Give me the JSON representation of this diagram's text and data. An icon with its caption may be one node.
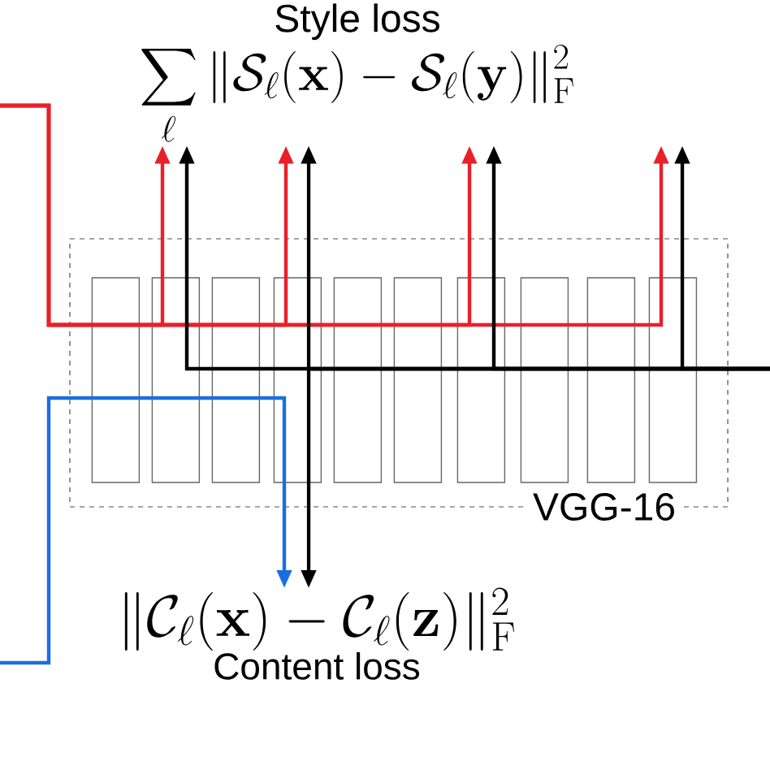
{
  "diagram": {
    "nodes": [
      {
        "text": [
          "Style loss",
          "\\sum_{\\ell} \\|\\mathcal{S}_\\ell(\\mathbf{x}) - \\mathcal{S}_\\ell(\\mathbf{y})\\|_{\\mathrm{F}}^2"
        ]
      },
      {
        "text": [
          "\\|\\mathcal{C}_\\ell(\\mathbf{x}) - \\mathcal{C}_\\ell(\\mathbf{z})\\|_{\\mathrm{F}}^2",
          "Content loss"
        ]
      },
      {
        "text": [
          "VGG-16"
        ]
      },
      {
        "text": [],
        "shape": "box",
        "in": 2
      },
      {
        "text": [],
        "shape": "box",
        "in": 2
      },
      {
        "text": [],
        "shape": "box",
        "in": 2
      },
      {
        "text": [],
        "shape": "box",
        "in": 2
      },
      {
        "text": [],
        "shape": "box",
        "in": 2
      },
      {
        "text": [],
        "shape": "box",
        "in": 2
      },
      {
        "text": [],
        "shape": "box",
        "in": 2
      },
      {
        "text": [],
        "shape": "box",
        "in": 2
      },
      {
        "text": [],
        "shape": "box",
        "in": 2
      },
      {
        "text": [],
        "shape": "box",
        "in": 2
      }
    ],
    "edges": [
      {
        "from": null,
        "to": 0,
        "arrow": "to",
        "color": "#e8202a"
      },
      {
        "from": null,
        "to": 0,
        "arrow": "to",
        "color": "#e8202a"
      },
      {
        "from": null,
        "to": 0,
        "arrow": "to",
        "color": "#e8202a"
      },
      {
        "from": null,
        "to": 0,
        "arrow": "to",
        "color": "#e8202a"
      },
      {
        "from": null,
        "to": 0,
        "arrow": "to"
      },
      {
        "from": null,
        "to": 0,
        "arrow": "to"
      },
      {
        "from": null,
        "to": 0,
        "arrow": "to"
      },
      {
        "from": null,
        "to": 0,
        "arrow": "to"
      },
      {
        "from": null,
        "to": 1,
        "arrow": "to"
      },
      {
        "from": null,
        "to": 1,
        "arrow": "to",
        "color": "#1a6fe0"
      }
    ]
  }
}
